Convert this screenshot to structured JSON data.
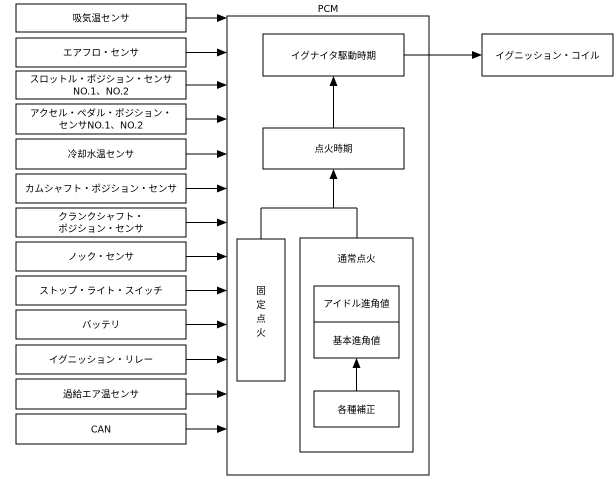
{
  "pcm": {
    "label": "PCM"
  },
  "sensors": [
    {
      "lines": [
        "吸気温センサ"
      ]
    },
    {
      "lines": [
        "エアフロ・センサ"
      ]
    },
    {
      "lines": [
        "スロットル・ポジション・センサ",
        "NO.1、NO.2"
      ]
    },
    {
      "lines": [
        "アクセル・ペダル・ポジション・",
        "センサNO.1、NO.2"
      ]
    },
    {
      "lines": [
        "冷却水温センサ"
      ]
    },
    {
      "lines": [
        "カムシャフト・ポジション・センサ"
      ]
    },
    {
      "lines": [
        "クランクシャフト・",
        "ポジション・センサ"
      ]
    },
    {
      "lines": [
        "ノック・センサ"
      ]
    },
    {
      "lines": [
        "ストップ・ライト・スイッチ"
      ]
    },
    {
      "lines": [
        "バッテリ"
      ]
    },
    {
      "lines": [
        "イグニッション・リレー"
      ]
    },
    {
      "lines": [
        "過給エア温センサ"
      ]
    },
    {
      "lines": [
        "CAN"
      ]
    }
  ],
  "blocks": {
    "igniter_drive": "イグナイタ駆動時期",
    "ignition_coil": "イグニッション・コイル",
    "ignition_timing": "点火時期",
    "fixed_ignition": [
      "固",
      "定",
      "点",
      "火"
    ],
    "normal_ignition": "通常点火",
    "idle_advance": "アイドル進角値",
    "base_advance": "基本進角値",
    "corrections": "各種補正"
  }
}
